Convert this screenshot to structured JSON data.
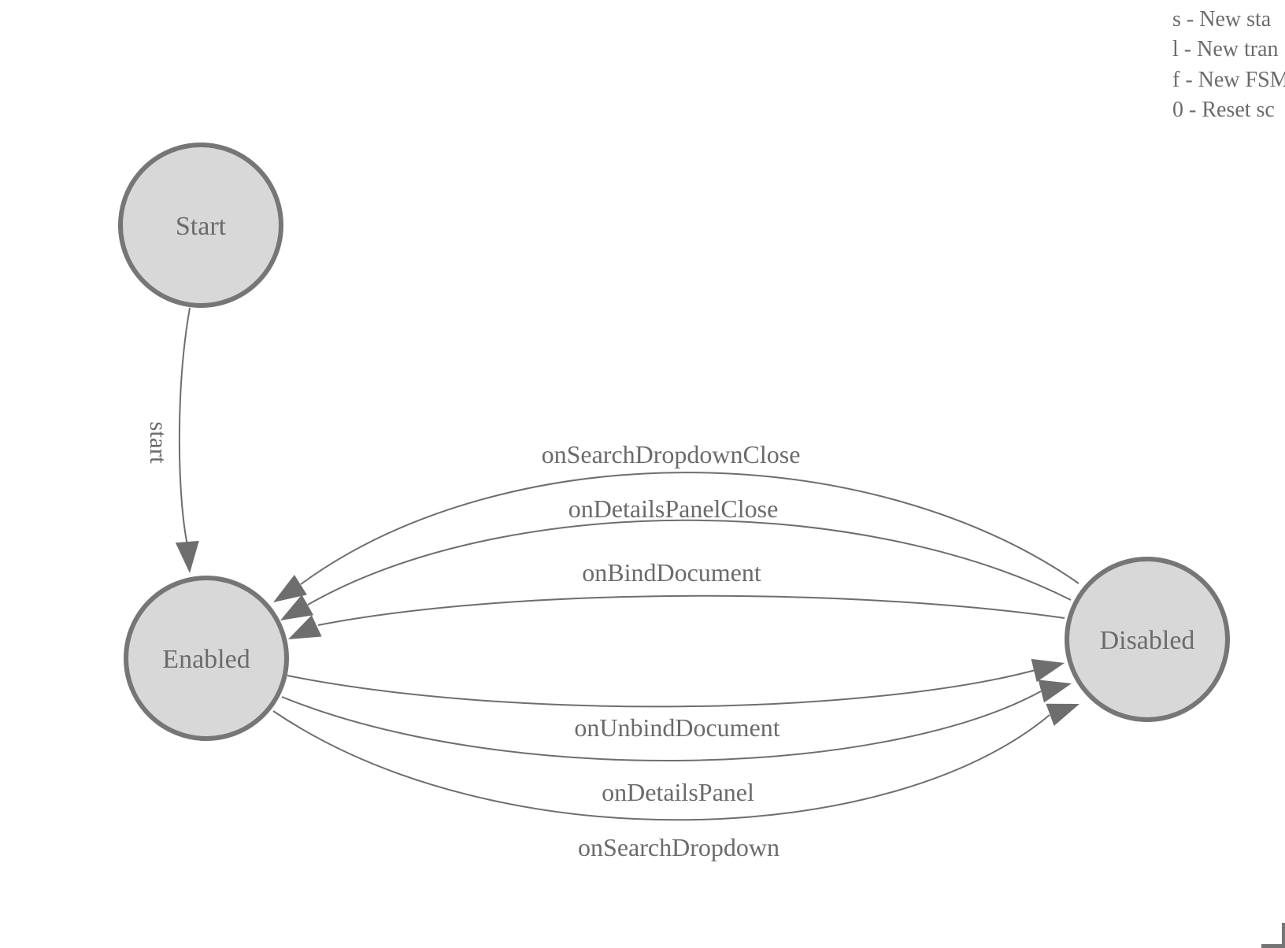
{
  "colors": {
    "node_fill": "#d8d8d8",
    "node_border": "#767676",
    "edge_stroke": "#6e6e6e",
    "text": "#6b6b6b",
    "background": "#ffffff"
  },
  "legend": {
    "lines": [
      {
        "text": "s - New sta"
      },
      {
        "text": "l - New tran"
      },
      {
        "text": "f - New FSM"
      },
      {
        "text": "0 - Reset sc"
      }
    ]
  },
  "diagram": {
    "type": "state-machine",
    "nodes": [
      {
        "id": "start",
        "label": "Start"
      },
      {
        "id": "enabled",
        "label": "Enabled"
      },
      {
        "id": "disabled",
        "label": "Disabled"
      }
    ],
    "edges": [
      {
        "from": "start",
        "to": "enabled",
        "label": "start"
      },
      {
        "from": "disabled",
        "to": "enabled",
        "label": "onSearchDropdownClose"
      },
      {
        "from": "disabled",
        "to": "enabled",
        "label": "onDetailsPanelClose"
      },
      {
        "from": "disabled",
        "to": "enabled",
        "label": "onBindDocument"
      },
      {
        "from": "enabled",
        "to": "disabled",
        "label": "onUnbindDocument"
      },
      {
        "from": "enabled",
        "to": "disabled",
        "label": "onDetailsPanel"
      },
      {
        "from": "enabled",
        "to": "disabled",
        "label": "onSearchDropdown"
      }
    ]
  }
}
